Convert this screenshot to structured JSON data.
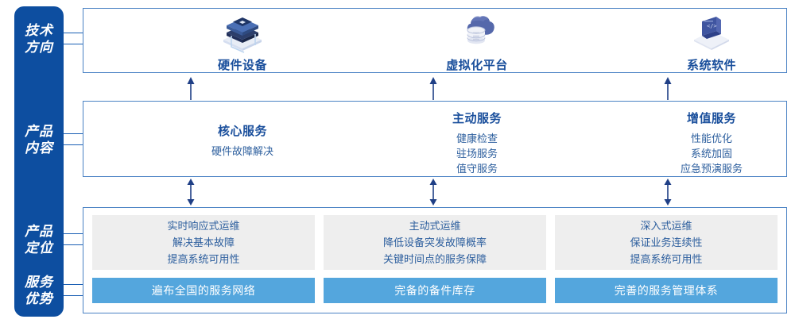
{
  "diagram": {
    "title": "技术方向 / 产品内容 / 产品定位 / 服务优势 架构图",
    "accent_blue": "#0d4ea0",
    "panel_border": "#4a82c4",
    "card_gray": "#eeeeee",
    "bar_blue": "#54a6dd",
    "text_blue": "#1a4f9c"
  },
  "rail": {
    "labels": [
      {
        "id": "tech-direction",
        "line1": "技术",
        "line2": "方向"
      },
      {
        "id": "product-content",
        "line1": "产品",
        "line2": "内容"
      },
      {
        "id": "product-position",
        "line1": "产品",
        "line2": "定位"
      },
      {
        "id": "service-advantage",
        "line1": "服务",
        "line2": "优势"
      }
    ]
  },
  "tech_direction": {
    "items": [
      {
        "icon": "server-stack-icon",
        "label": "硬件设备"
      },
      {
        "icon": "cloud-database-icon",
        "label": "虚拟化平台"
      },
      {
        "icon": "software-code-book-icon",
        "label": "系统软件"
      }
    ]
  },
  "product_content": {
    "columns": [
      {
        "heading": "核心服务",
        "lines": [
          "硬件故障解决"
        ]
      },
      {
        "heading": "主动服务",
        "lines": [
          "健康检查",
          "驻场服务",
          "值守服务"
        ]
      },
      {
        "heading": "增值服务",
        "lines": [
          "性能优化",
          "系统加固",
          "应急预演服务"
        ]
      }
    ]
  },
  "product_position": {
    "cards": [
      {
        "lines": [
          "实时响应式运维",
          "解决基本故障",
          "提高系统可用性"
        ]
      },
      {
        "lines": [
          "主动式运维",
          "降低设备突发故障概率",
          "关键时间点的服务保障"
        ]
      },
      {
        "lines": [
          "深入式运维",
          "保证业务连续性",
          "提高系统可用性"
        ]
      }
    ]
  },
  "service_advantage": {
    "bars": [
      {
        "label": "遍布全国的服务网络"
      },
      {
        "label": "完备的备件库存"
      },
      {
        "label": "完善的服务管理体系"
      }
    ]
  },
  "arrows": {
    "up_single": "arrow-up-icon",
    "double": "arrow-up-down-icon"
  }
}
